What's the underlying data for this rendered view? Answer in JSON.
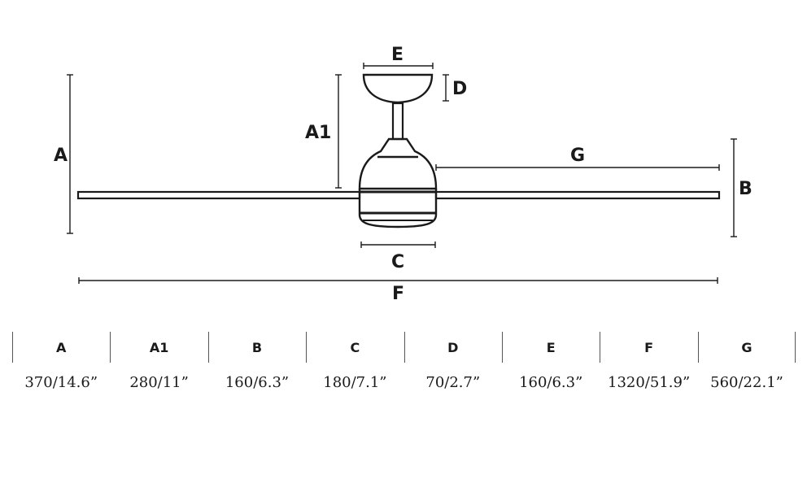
{
  "diagram": {
    "labels": {
      "A": "A",
      "A1": "A1",
      "B": "B",
      "C": "C",
      "D": "D",
      "E": "E",
      "F": "F",
      "G": "G"
    }
  },
  "table": {
    "columns": [
      {
        "label": "A",
        "value": "370/14.6”"
      },
      {
        "label": "A1",
        "value": "280/11”"
      },
      {
        "label": "B",
        "value": "160/6.3”"
      },
      {
        "label": "C",
        "value": "180/7.1”"
      },
      {
        "label": "D",
        "value": "70/2.7”"
      },
      {
        "label": "E",
        "value": "160/6.3”"
      },
      {
        "label": "F",
        "value": "1320/51.9”"
      },
      {
        "label": "G",
        "value": "560/22.1”"
      }
    ]
  },
  "colors": {
    "line": "#1a1a1a",
    "separator": "#555555"
  }
}
